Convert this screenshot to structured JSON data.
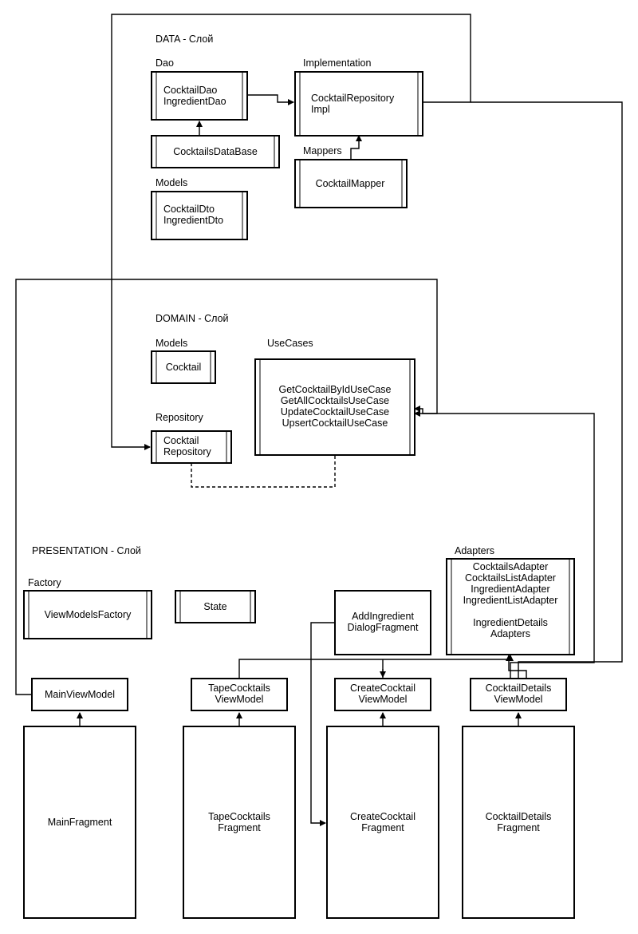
{
  "layers": {
    "data": "DATA - Слой",
    "domain": "DOMAIN - Слой",
    "presentation": "PRESENTATION - Слой"
  },
  "groups": {
    "dao": "Dao",
    "implementation": "Implementation",
    "mappers": "Mappers",
    "data_models": "Models",
    "domain_models": "Models",
    "usecases": "UseCases",
    "repository": "Repository",
    "factory": "Factory",
    "adapters": "Adapters"
  },
  "boxes": {
    "dao": [
      "CocktailDao",
      "IngredientDao"
    ],
    "repo_impl": [
      "CocktailRepository",
      "Impl"
    ],
    "database": [
      "CocktailsDataBase"
    ],
    "mapper": [
      "CocktailMapper"
    ],
    "dto": [
      "CocktailDto",
      "IngredientDto"
    ],
    "cocktail": [
      "Cocktail"
    ],
    "usecases": [
      "GetCocktailByIdUseCase",
      "GetAllCocktailsUseCase",
      "UpdateCocktailUseCase",
      "UpsertCocktailUseCase"
    ],
    "repository": [
      "Cocktail",
      "Repository"
    ],
    "factory": [
      "ViewModelsFactory"
    ],
    "state": [
      "State"
    ],
    "add_ingredient": [
      "AddIngredient",
      "DialogFragment"
    ],
    "adapters": [
      "CocktailsAdapter",
      "CocktailsListAdapter",
      "IngredientAdapter",
      "IngredientListAdapter",
      "",
      "IngredientDetails",
      "Adapters"
    ],
    "main_vm": [
      "MainViewModel"
    ],
    "tape_vm": [
      "TapeCocktails",
      "ViewModel"
    ],
    "create_vm": [
      "CreateCocktail",
      "ViewModel"
    ],
    "details_vm": [
      "CocktailDetails",
      "ViewModel"
    ],
    "main_fragment": [
      "MainFragment"
    ],
    "tape_fragment": [
      "TapeCocktails",
      "Fragment"
    ],
    "create_fragment": [
      "CreateCocktail",
      "Fragment"
    ],
    "details_fragment": [
      "CocktailDetails",
      "Fragment"
    ]
  }
}
